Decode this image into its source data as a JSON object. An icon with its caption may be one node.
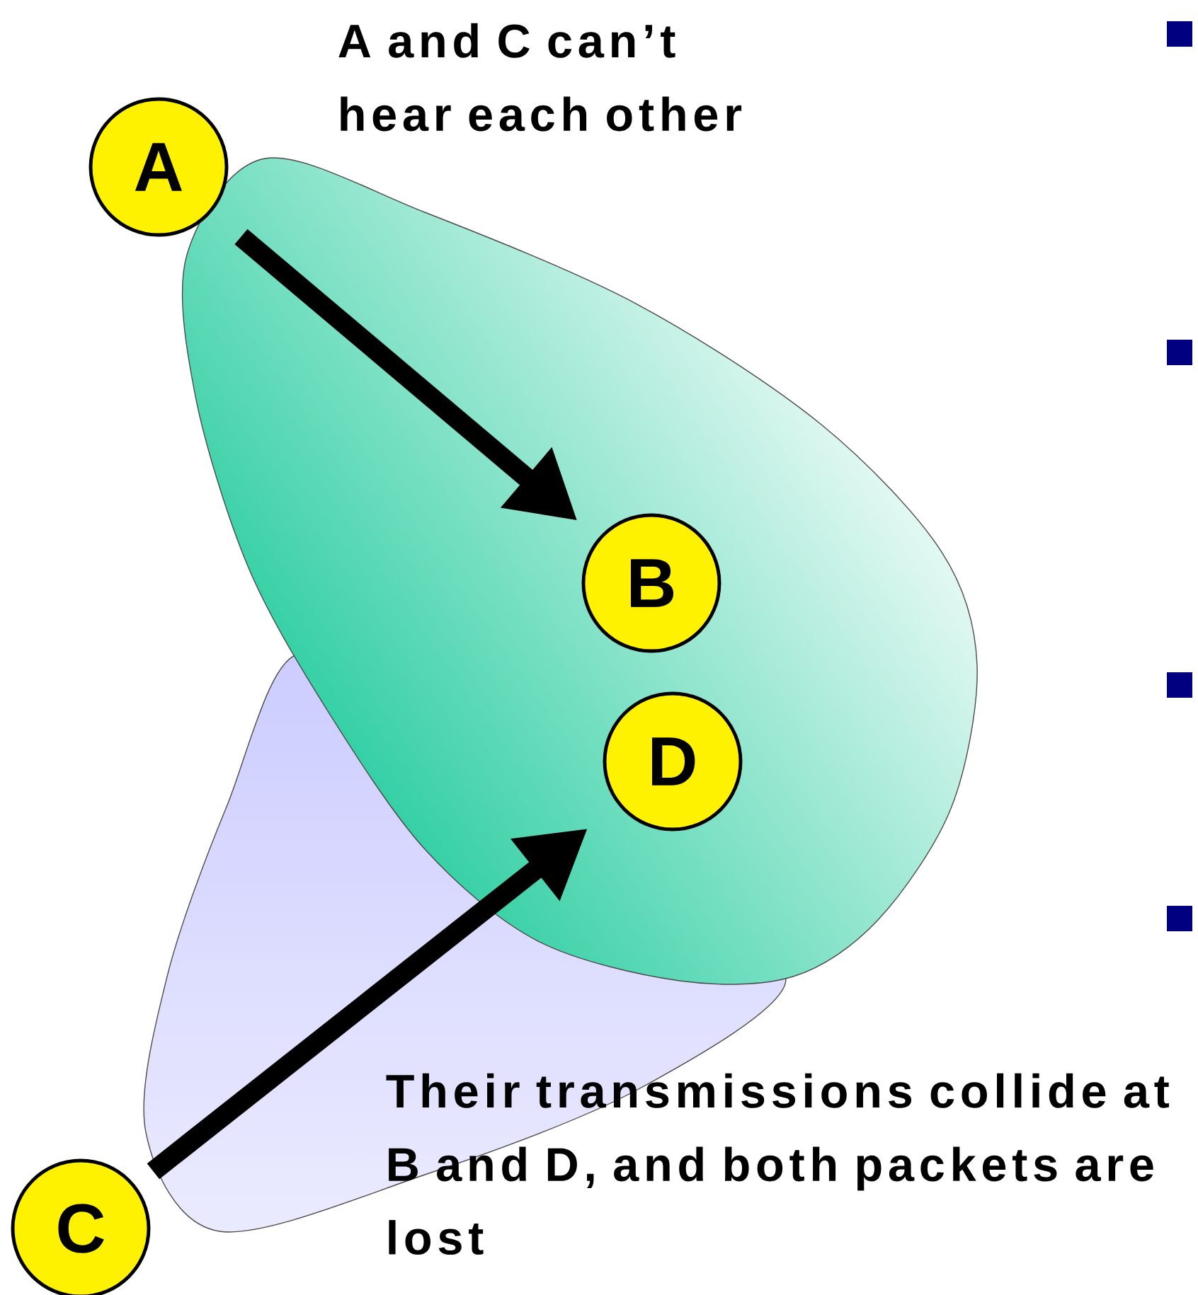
{
  "diagram": {
    "nodes": [
      {
        "text": [
          "A"
        ]
      },
      {
        "text": [
          "B"
        ]
      },
      {
        "text": [
          "C"
        ]
      },
      {
        "text": [
          "D"
        ]
      }
    ],
    "edges": [
      {
        "from": 0,
        "to": 1,
        "arrow": "to"
      },
      {
        "from": 2,
        "to": 3,
        "arrow": "to"
      }
    ],
    "labels": [
      "A and C can’t hear each other",
      "Their transmissions collide at B and D, and both packets are lost"
    ]
  }
}
